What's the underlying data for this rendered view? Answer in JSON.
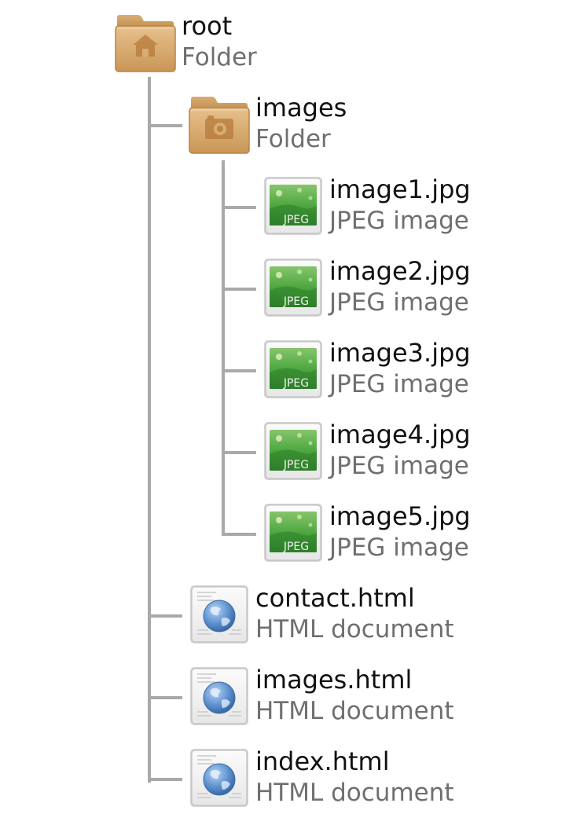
{
  "tree": {
    "root": {
      "name": "root",
      "type": "Folder",
      "icon": "home-folder-icon"
    },
    "images_folder": {
      "name": "images",
      "type": "Folder",
      "icon": "photo-folder-icon"
    },
    "image_files": [
      {
        "name": "image1.jpg",
        "type": "JPEG image",
        "icon": "jpeg-file-icon"
      },
      {
        "name": "image2.jpg",
        "type": "JPEG image",
        "icon": "jpeg-file-icon"
      },
      {
        "name": "image3.jpg",
        "type": "JPEG image",
        "icon": "jpeg-file-icon"
      },
      {
        "name": "image4.jpg",
        "type": "JPEG image",
        "icon": "jpeg-file-icon"
      },
      {
        "name": "image5.jpg",
        "type": "JPEG image",
        "icon": "jpeg-file-icon"
      }
    ],
    "html_files": [
      {
        "name": "contact.html",
        "type": "HTML document",
        "icon": "html-file-icon"
      },
      {
        "name": "images.html",
        "type": "HTML document",
        "icon": "html-file-icon"
      },
      {
        "name": "index.html",
        "type": "HTML document",
        "icon": "html-file-icon"
      }
    ]
  },
  "icon_badge": "JPEG",
  "colors": {
    "connector": "#a9a9a9",
    "folder": "#d7a96a",
    "name_text": "#111111",
    "type_text": "#6f6f6f",
    "jpeg_green": "#4aa53d"
  }
}
